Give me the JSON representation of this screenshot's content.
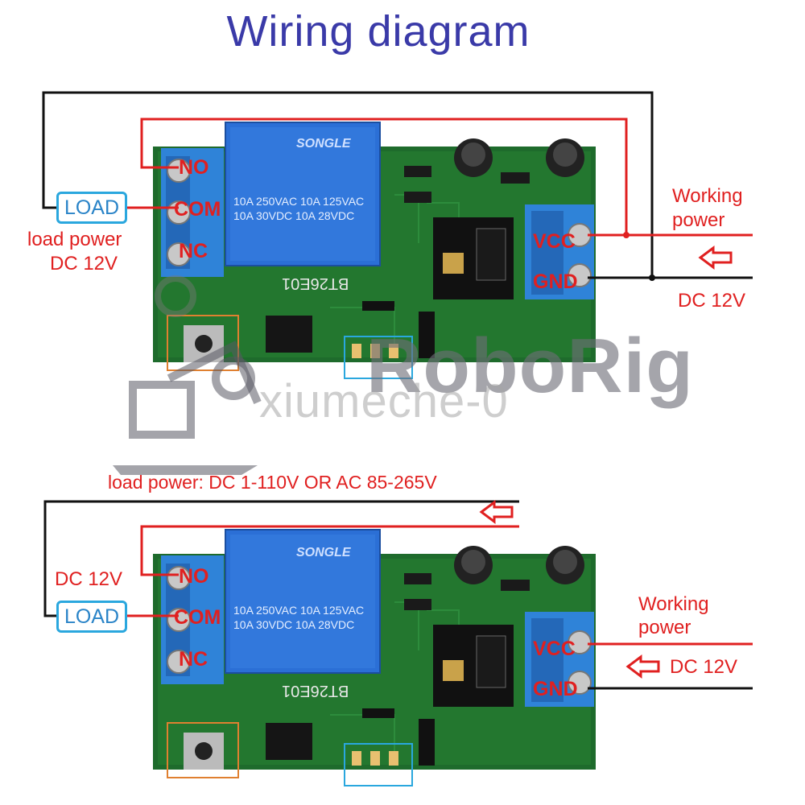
{
  "title": "Wiring diagram",
  "colors": {
    "title": "#3a3aa8",
    "wire_red": "#e02020",
    "wire_black": "#111111",
    "pcb": "#1e6b2c",
    "relay": "#2b6fd6",
    "terminal": "#2f83d8",
    "load_box": "#2aa7de"
  },
  "top": {
    "load_box": "LOAD",
    "load_power_line1": "load power",
    "load_power_line2": "DC 12V",
    "working_power_line1": "Working",
    "working_power_line2": "power",
    "supply": "DC 12V"
  },
  "bottom": {
    "load_power_header": "load power: DC 1-110V OR AC 85-265V",
    "load_box": "LOAD",
    "side_voltage": "DC 12V",
    "working_power_line1": "Working",
    "working_power_line2": "power",
    "supply": "DC 12V"
  },
  "board": {
    "relay_brand": "SONGLE",
    "relay_rating_1": "10A 250VAC  10A 125VAC",
    "relay_rating_2": "10A 30VDC   10A 28VDC",
    "model": "BT26E01",
    "terminals": [
      "NO",
      "COM",
      "NC"
    ],
    "power_terminals": [
      "VCC",
      "GND"
    ]
  },
  "watermark": {
    "brand": "RoboRig",
    "sub": "xiumeche-0"
  }
}
